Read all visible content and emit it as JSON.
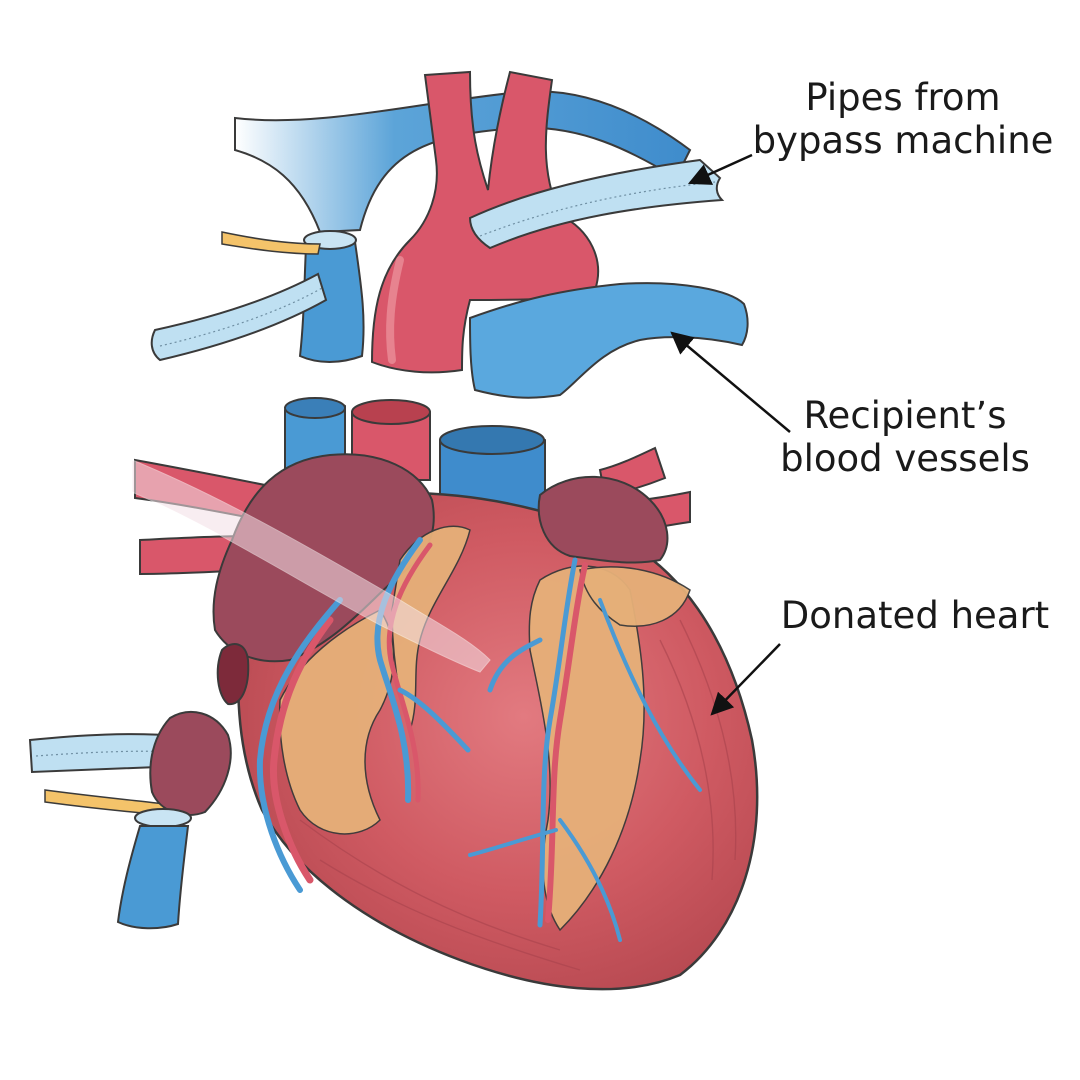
{
  "labels": {
    "pipes": {
      "line1": "Pipes from",
      "line2": "bypass machine"
    },
    "recipient": {
      "line1": "Recipient’s",
      "line2": "blood vessels"
    },
    "donated": {
      "line1": "Donated heart"
    }
  },
  "colors": {
    "heart_red": "#c8555e",
    "artery_red": "#d9576a",
    "vein_blue": "#4a9ad4",
    "atrium_maroon": "#9b4a5c",
    "fat_yellow": "#e6b079",
    "pipe_light_blue": "#bfe0f2",
    "tie_yellow": "#f4c36a",
    "outline": "#3a3a3a"
  }
}
